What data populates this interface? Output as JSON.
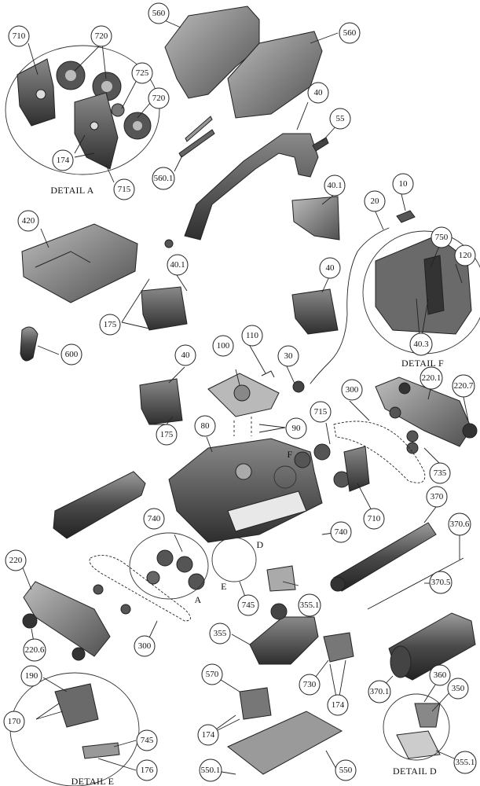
{
  "callouts": {
    "c710a": "710",
    "c720a": "720",
    "c725": "725",
    "c720b": "720",
    "c174a": "174",
    "c715a": "715",
    "c560a": "560",
    "c560b": "560",
    "c5601": "560.1",
    "c40a": "40",
    "c55": "55",
    "c420": "420",
    "c401a": "40.1",
    "c10": "10",
    "c20": "20",
    "c750": "750",
    "c120": "120",
    "c175a": "175",
    "c401b": "40.1",
    "c40b": "40",
    "c403": "40.3",
    "c600": "600",
    "c40c": "40",
    "c100": "100",
    "c110": "110",
    "c30": "30",
    "c300a": "300",
    "c2201": "220.1",
    "c2207": "220.7",
    "c90": "90",
    "c80": "80",
    "c175b": "175",
    "c715b": "715",
    "c735": "735",
    "c710b": "710",
    "c370": "370",
    "c3706": "370.6",
    "c740a": "740",
    "c740b": "740",
    "c3705": "370.5",
    "c220": "220",
    "c3551a": "355.1",
    "c745a": "745",
    "c2206": "220.6",
    "c300b": "300",
    "c355": "355",
    "c3701": "370.1",
    "c360": "360",
    "c350": "350",
    "c190": "190",
    "c570": "570",
    "c730": "730",
    "c174b": "174",
    "c170": "170",
    "c174c": "174",
    "c745b": "745",
    "c3551b": "355.1",
    "c176": "176",
    "c5501": "550.1",
    "c550": "550"
  },
  "details": {
    "a": "DETAIL A",
    "f": "DETAIL F",
    "e": "DETAIL E",
    "d": "DETAIL D"
  },
  "markers": {
    "f": "F",
    "a": "A",
    "d": "D",
    "e": "E"
  },
  "colors": {
    "line": "#222222",
    "part_dark": "#3a3a3a",
    "part_mid": "#6e6e6e",
    "part_light": "#a8a8a8",
    "background": "#ffffff"
  }
}
